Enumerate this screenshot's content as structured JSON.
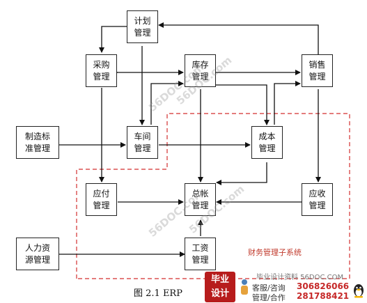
{
  "nodes": {
    "plan": "计划\n管理",
    "purchase": "采购\n管理",
    "inventory": "库存\n管理",
    "sales": "销售\n管理",
    "standards": "制造标\n准管理",
    "workshop": "车间\n管理",
    "cost": "成本\n管理",
    "payable": "应付\n管理",
    "ledger": "总帐\n管理",
    "receivable": "应收\n管理",
    "hr": "人力资\n源管理",
    "payroll": "工资\n管理"
  },
  "subsystem_label": "财务管理子系统",
  "caption": "图 2.1 ERP",
  "colors": {
    "box_border": "#222222",
    "arrow": "#111111",
    "subsystem_boundary": "#d32f2f",
    "subsystem_label": "#c0392b"
  },
  "watermark": {
    "diagonal_text": "56DOC.com",
    "logo_text": "毕业\n设计",
    "site": "毕业设计资料 56DOC.COM",
    "service1": "客服/咨询",
    "service2": "管理/合作",
    "phone1": "306826066",
    "phone2": "281788421"
  }
}
